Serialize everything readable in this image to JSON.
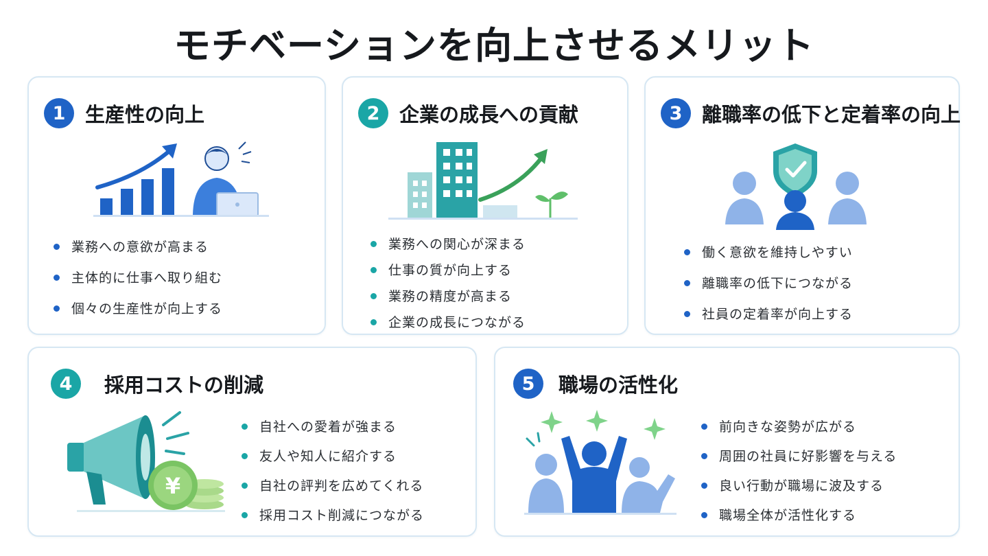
{
  "title": "モチベーションを向上させるメリット",
  "cards": [
    {
      "number": "1",
      "title": "生産性の向上",
      "items": [
        "業務への意欲が高まる",
        "主体的に仕事へ取り組む",
        "個々の生産性が向上する"
      ]
    },
    {
      "number": "2",
      "title": "企業の成長への貢献",
      "items": [
        "業務への関心が深まる",
        "仕事の質が向上する",
        "業務の精度が高まる",
        "企業の成長につながる"
      ]
    },
    {
      "number": "3",
      "title": "離職率の低下と定着率の向上",
      "items": [
        "働く意欲を維持しやすい",
        "離職率の低下につながる",
        "社員の定着率が向上する"
      ]
    },
    {
      "number": "4",
      "title": "採用コストの削減",
      "currency_symbol": "¥",
      "items": [
        "自社への愛着が強まる",
        "友人や知人に紹介する",
        "自社の評判を広めてくれる",
        "採用コスト削減につながる"
      ]
    },
    {
      "number": "5",
      "title": "職場の活性化",
      "items": [
        "前向きな姿勢が広がる",
        "周囲の社員に好影響を与える",
        "良い行動が職場に波及する",
        "職場全体が活性化する"
      ]
    }
  ],
  "colors": {
    "blue": "#1f63c6",
    "teal": "#1aa6a6",
    "light_blue": "#6f9fe0",
    "green": "#5fbf6a",
    "border": "#d6e7f3"
  },
  "icons": [
    "bar-chart-arrow-icon",
    "person-laptop-icon",
    "buildings-growth-icon",
    "sprout-icon",
    "shield-check-icon",
    "people-group-icon",
    "megaphone-icon",
    "yen-coin-icon",
    "cheering-team-icon",
    "sparkle-icon"
  ]
}
